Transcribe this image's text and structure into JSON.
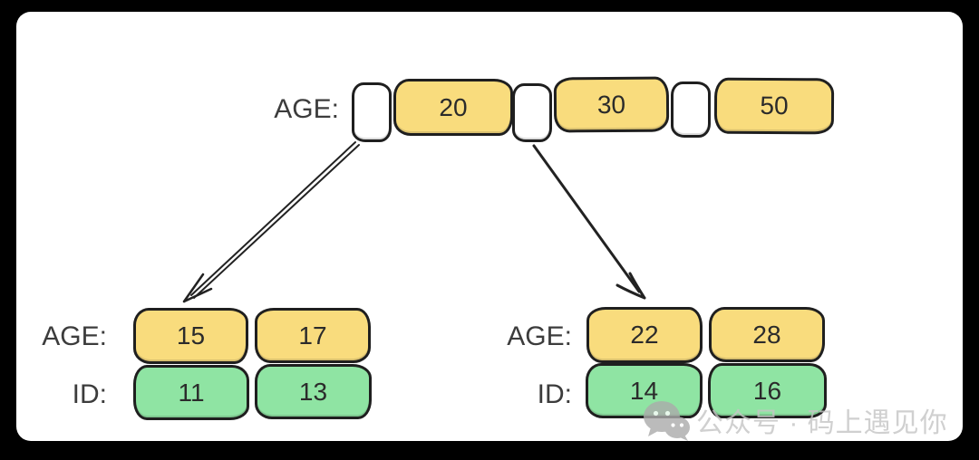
{
  "root_node": {
    "label": "AGE:",
    "keys": [
      "20",
      "30",
      "50"
    ]
  },
  "left_node": {
    "age_label": "AGE:",
    "id_label": "ID:",
    "ages": [
      "15",
      "17"
    ],
    "ids": [
      "11",
      "13"
    ]
  },
  "right_node": {
    "age_label": "AGE:",
    "id_label": "ID:",
    "ages": [
      "22",
      "28"
    ],
    "ids": [
      "14",
      "16"
    ]
  },
  "watermark": {
    "icon": "wechat-icon",
    "text": "公众号 · 码上遇见你"
  },
  "colors": {
    "key_fill": "#F9DC7D",
    "id_fill": "#8FE4A3",
    "stroke": "#1F1F1F",
    "background": "#000000",
    "canvas": "#FFFFFF",
    "watermark": "#C5C5C5"
  }
}
